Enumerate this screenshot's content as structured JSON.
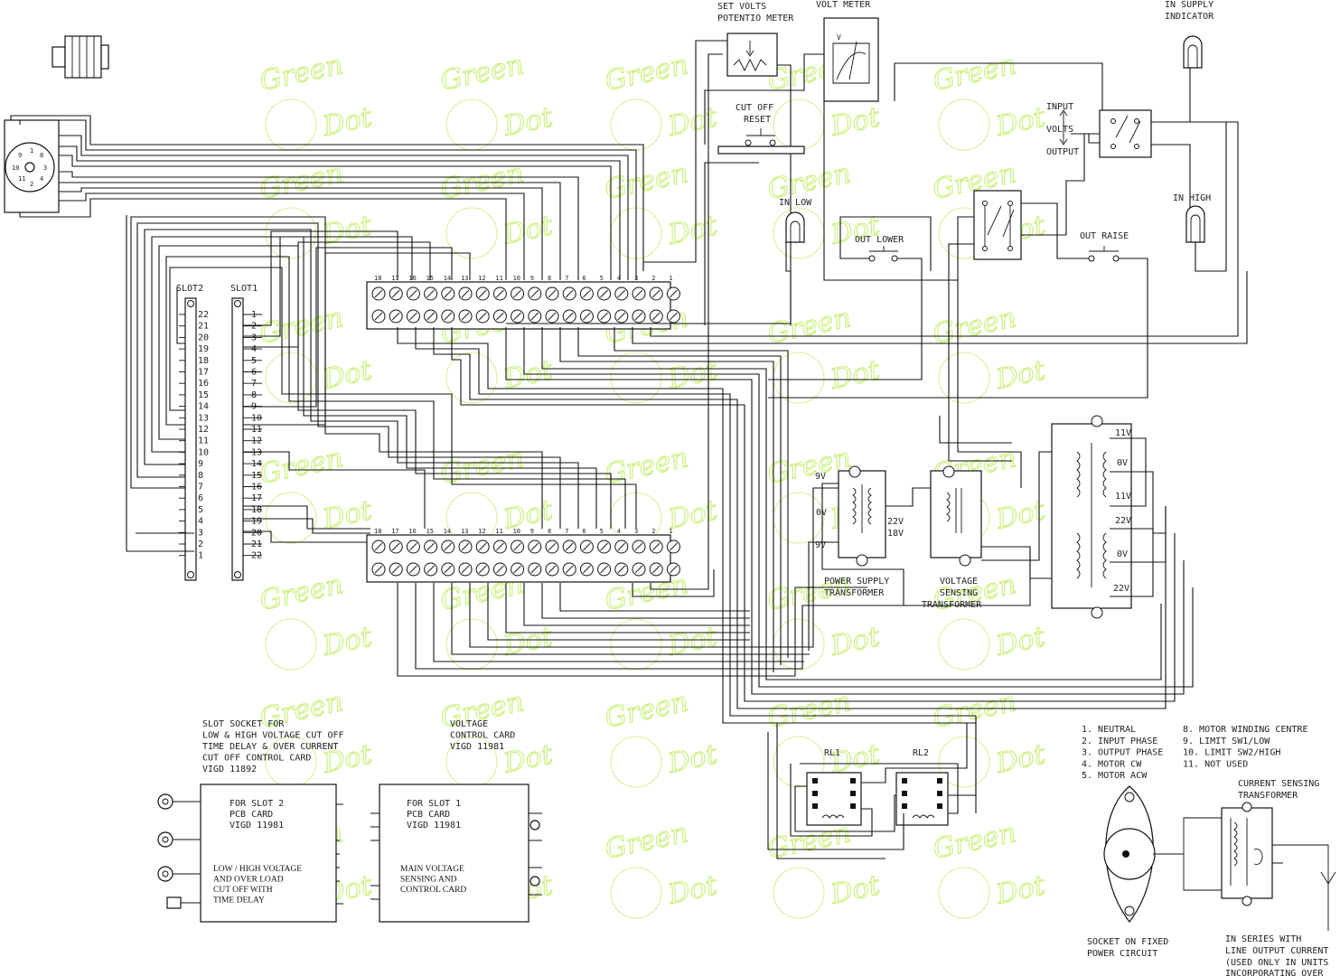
{
  "top_labels": {
    "set_volts_line1": "SET VOLTS",
    "set_volts_line2": "POTENTIO METER",
    "volt_meter": "VOLT METER",
    "in_supply_line1": "IN SUPPLY",
    "in_supply_line2": "INDICATOR",
    "cut_off_line1": "CUT OFF",
    "cut_off_line2": "RESET",
    "input": "INPUT",
    "volts": "VOLTS",
    "output": "OUTPUT",
    "in_low": "IN LOW",
    "in_high": "IN HIGH",
    "out_lower": "OUT LOWER",
    "out_raise": "OUT RAISE"
  },
  "slot_labels": {
    "slot2": "SLOT2",
    "slot1": "SLOT1"
  },
  "slot2_pins": [
    "22",
    "21",
    "20",
    "19",
    "18",
    "17",
    "16",
    "15",
    "14",
    "13",
    "12",
    "11",
    "10",
    "9",
    "8",
    "7",
    "6",
    "5",
    "4",
    "3",
    "2",
    "1"
  ],
  "slot1_pins": [
    "1",
    "2",
    "3",
    "4",
    "5",
    "6",
    "7",
    "8",
    "9",
    "10",
    "11",
    "12",
    "13",
    "14",
    "15",
    "16",
    "17",
    "18",
    "19",
    "20",
    "21",
    "22"
  ],
  "terminal_numbers_top": [
    "18",
    "17",
    "16",
    "15",
    "14",
    "13",
    "12",
    "11",
    "10",
    "9",
    "8",
    "7",
    "6",
    "5",
    "4",
    "3",
    "2",
    "1"
  ],
  "terminal_numbers_bottom": [
    "18",
    "17",
    "16",
    "15",
    "14",
    "13",
    "12",
    "11",
    "10",
    "9",
    "8",
    "7",
    "6",
    "5",
    "4",
    "3",
    "2",
    "1"
  ],
  "transformers": {
    "power_supply_line1": "POWER SUPPLY",
    "power_supply_line2": "TRANSFORMER",
    "voltage_sensing_line1": "VOLTAGE",
    "voltage_sensing_line2": "SENSING",
    "voltage_sensing_line3": "TRANSFORMER",
    "ps_9v_top": "9V",
    "ps_0v": "0V",
    "ps_9v_bottom": "9V",
    "ps_22v": "22V",
    "ps_18v": "18V",
    "main_11v_top": "11V",
    "main_0v_top": "0V",
    "main_11v_bottom": "11V",
    "main_22v_top": "22V",
    "main_0v_bottom": "0V",
    "main_22v_bottom": "22V"
  },
  "relays": {
    "rl1": "RL1",
    "rl2": "RL2"
  },
  "slot_socket_note": [
    "SLOT SOCKET FOR",
    "LOW & HIGH VOLTAGE CUT OFF",
    "TIME DELAY & OVER CURRENT",
    "CUT OFF CONTROL CARD",
    "VIGD 11892"
  ],
  "voltage_card_note": [
    "VOLTAGE",
    "CONTROL CARD",
    "VIGD 11981"
  ],
  "card_slot2": {
    "title": [
      "FOR SLOT 2",
      "PCB CARD",
      "VIGD 11981"
    ],
    "desc": [
      "LOW / HIGH VOLTAGE",
      "AND OVER LOAD",
      "CUT OFF WITH",
      "TIME DELAY"
    ]
  },
  "card_slot1": {
    "title": [
      "FOR SLOT 1",
      "PCB CARD",
      "VIGD 11981"
    ],
    "desc": [
      "MAIN VOLTAGE",
      "SENSING AND",
      "CONTROL CARD"
    ]
  },
  "legend_left": [
    "1. NEUTRAL",
    "2. INPUT PHASE",
    "3. OUTPUT PHASE",
    "4. MOTOR CW",
    "5. MOTOR ACW"
  ],
  "legend_right": [
    "8. MOTOR WINDING CENTRE",
    "9. LIMIT SW1/LOW",
    "10. LIMIT SW2/HIGH",
    "11. NOT USED"
  ],
  "current_sensing": [
    "CURRENT SENSING",
    "TRANSFORMER"
  ],
  "socket_note": [
    "SOCKET ON FIXED",
    "POWER CIRCUIT"
  ],
  "series_note": [
    "IN SERIES WITH",
    "LINE OUTPUT CURRENT",
    "(USED ONLY IN UNITS",
    "INCORPORATING OVER"
  ],
  "watermark": {
    "line1": "Green",
    "line2": "Dot"
  },
  "colors": {
    "ink": "#111111",
    "watermark": "#c9ef7a",
    "background": "#ffffff"
  }
}
